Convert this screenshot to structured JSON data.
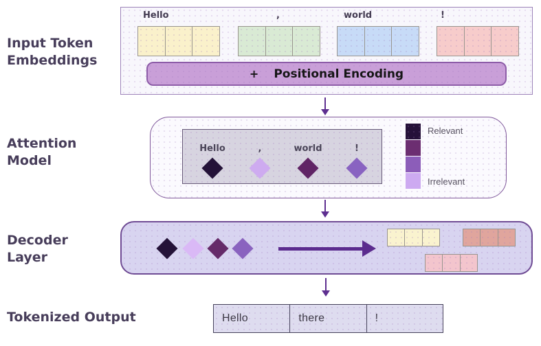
{
  "sections": {
    "input": {
      "title_line1": "Input Token",
      "title_line2": "Embeddings",
      "tokens": [
        {
          "text": "Hello",
          "fill": "#FAF1CB"
        },
        {
          "text": ",",
          "fill": "#D9EAD4"
        },
        {
          "text": "world",
          "fill": "#C7DBF7"
        },
        {
          "text": "!",
          "fill": "#F7CCCB"
        }
      ],
      "positional": {
        "plus": "+",
        "label": "Positional Encoding",
        "fill": "#C99FD8"
      }
    },
    "attention": {
      "title_line1": "Attention",
      "title_line2": "Model",
      "tokens": [
        {
          "text": "Hello",
          "fill": "#241238"
        },
        {
          "text": ",",
          "fill": "#CEABF0"
        },
        {
          "text": "world",
          "fill": "#602465"
        },
        {
          "text": "!",
          "fill": "#8963C1"
        }
      ],
      "legend": {
        "swatches": [
          "#251139",
          "#6C2E71",
          "#8C5DB9",
          "#CDAAF1"
        ],
        "top_label": "Relevant",
        "bottom_label": "Irrelevant"
      }
    },
    "decoder": {
      "title_line1": "Decoder",
      "title_line2": "Layer",
      "diamonds": [
        "#241238",
        "#DAB9F6",
        "#652A69",
        "#8A63BF"
      ],
      "strips": [
        {
          "fill": "#FAF3CF"
        },
        {
          "fill": "#E0A59D"
        },
        {
          "fill": "#F3C5CD"
        }
      ]
    },
    "output": {
      "title": "Tokenized Output",
      "cells": [
        "Hello",
        "there",
        "!"
      ]
    }
  }
}
